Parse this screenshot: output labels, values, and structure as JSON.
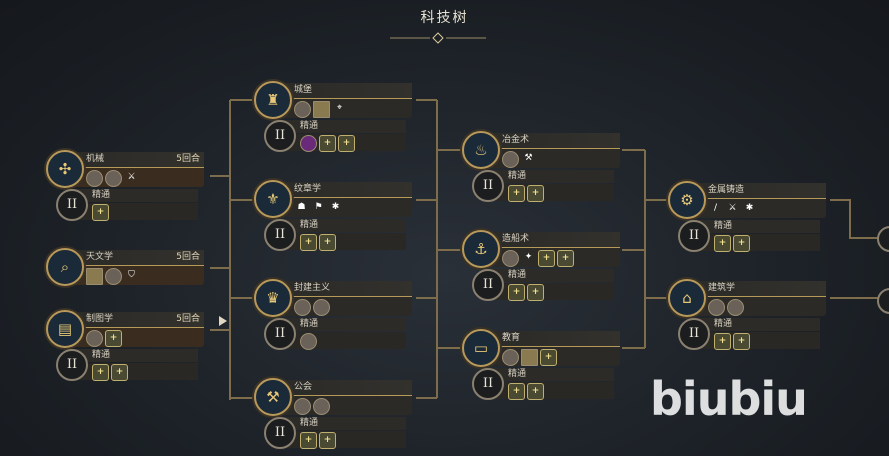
{
  "title": "科技树",
  "mastery_label": "精通",
  "mastery_numeral": "II",
  "watermark": "biubiu",
  "nodes": [
    {
      "name": "机械",
      "turns": "5回合",
      "icon": "gear-icon",
      "researching": true,
      "unlocks": [
        "unit-icon",
        "unit-icon",
        "catapult-icon"
      ],
      "mastery": [
        "plus-icon"
      ]
    },
    {
      "name": "天文学",
      "turns": "5回合",
      "icon": "telescope-icon",
      "researching": true,
      "unlocks": [
        "tile-icon",
        "unit-icon",
        "shield-icon"
      ],
      "mastery": null
    },
    {
      "name": "制图学",
      "turns": "5回合",
      "icon": "map-icon",
      "researching": true,
      "unlocks": [
        "unit-icon",
        "plus-icon"
      ],
      "mastery": [
        "plus-icon",
        "plus-icon"
      ]
    },
    {
      "name": "城堡",
      "icon": "castle-icon",
      "unlocks": [
        "unit-icon",
        "wall-icon",
        "crossbow-icon"
      ],
      "mastery": [
        "purple-icon",
        "plus-icon",
        "plus-icon"
      ]
    },
    {
      "name": "纹章学",
      "icon": "heraldry-icon",
      "unlocks": [
        "helmet-icon",
        "flag-icon",
        "mace-icon"
      ],
      "mastery": [
        "plus-icon",
        "plus-icon"
      ]
    },
    {
      "name": "封建主义",
      "icon": "crown-icon",
      "unlocks": [
        "unit-icon",
        "unit-icon"
      ],
      "mastery": [
        "unit-icon"
      ]
    },
    {
      "name": "公会",
      "icon": "hammer-icon",
      "unlocks": [
        "unit-icon",
        "unit-icon"
      ],
      "mastery": [
        "plus-icon",
        "plus-icon"
      ]
    },
    {
      "name": "冶金术",
      "icon": "crucible-icon",
      "unlocks": [
        "unit-icon",
        "anvil-icon"
      ],
      "mastery": [
        "plus-icon",
        "plus-icon"
      ]
    },
    {
      "name": "造船术",
      "icon": "ship-icon",
      "unlocks": [
        "unit-icon",
        "bird-icon",
        "plus-icon",
        "plus-icon"
      ],
      "mastery": [
        "plus-icon",
        "plus-icon"
      ]
    },
    {
      "name": "教育",
      "icon": "book-icon",
      "unlocks": [
        "unit-icon",
        "tile-icon",
        "plus-icon"
      ],
      "mastery": [
        "plus-icon",
        "plus-icon"
      ]
    },
    {
      "name": "金属铸造",
      "icon": "cannon-icon",
      "unlocks": [
        "sword-icon",
        "axe-icon",
        "mace-icon"
      ],
      "mastery": [
        "plus-icon",
        "plus-icon"
      ]
    },
    {
      "name": "建筑学",
      "icon": "dome-icon",
      "unlocks": [
        "unit-icon",
        "building-icon"
      ],
      "mastery": [
        "plus-icon",
        "plus-icon"
      ]
    }
  ]
}
